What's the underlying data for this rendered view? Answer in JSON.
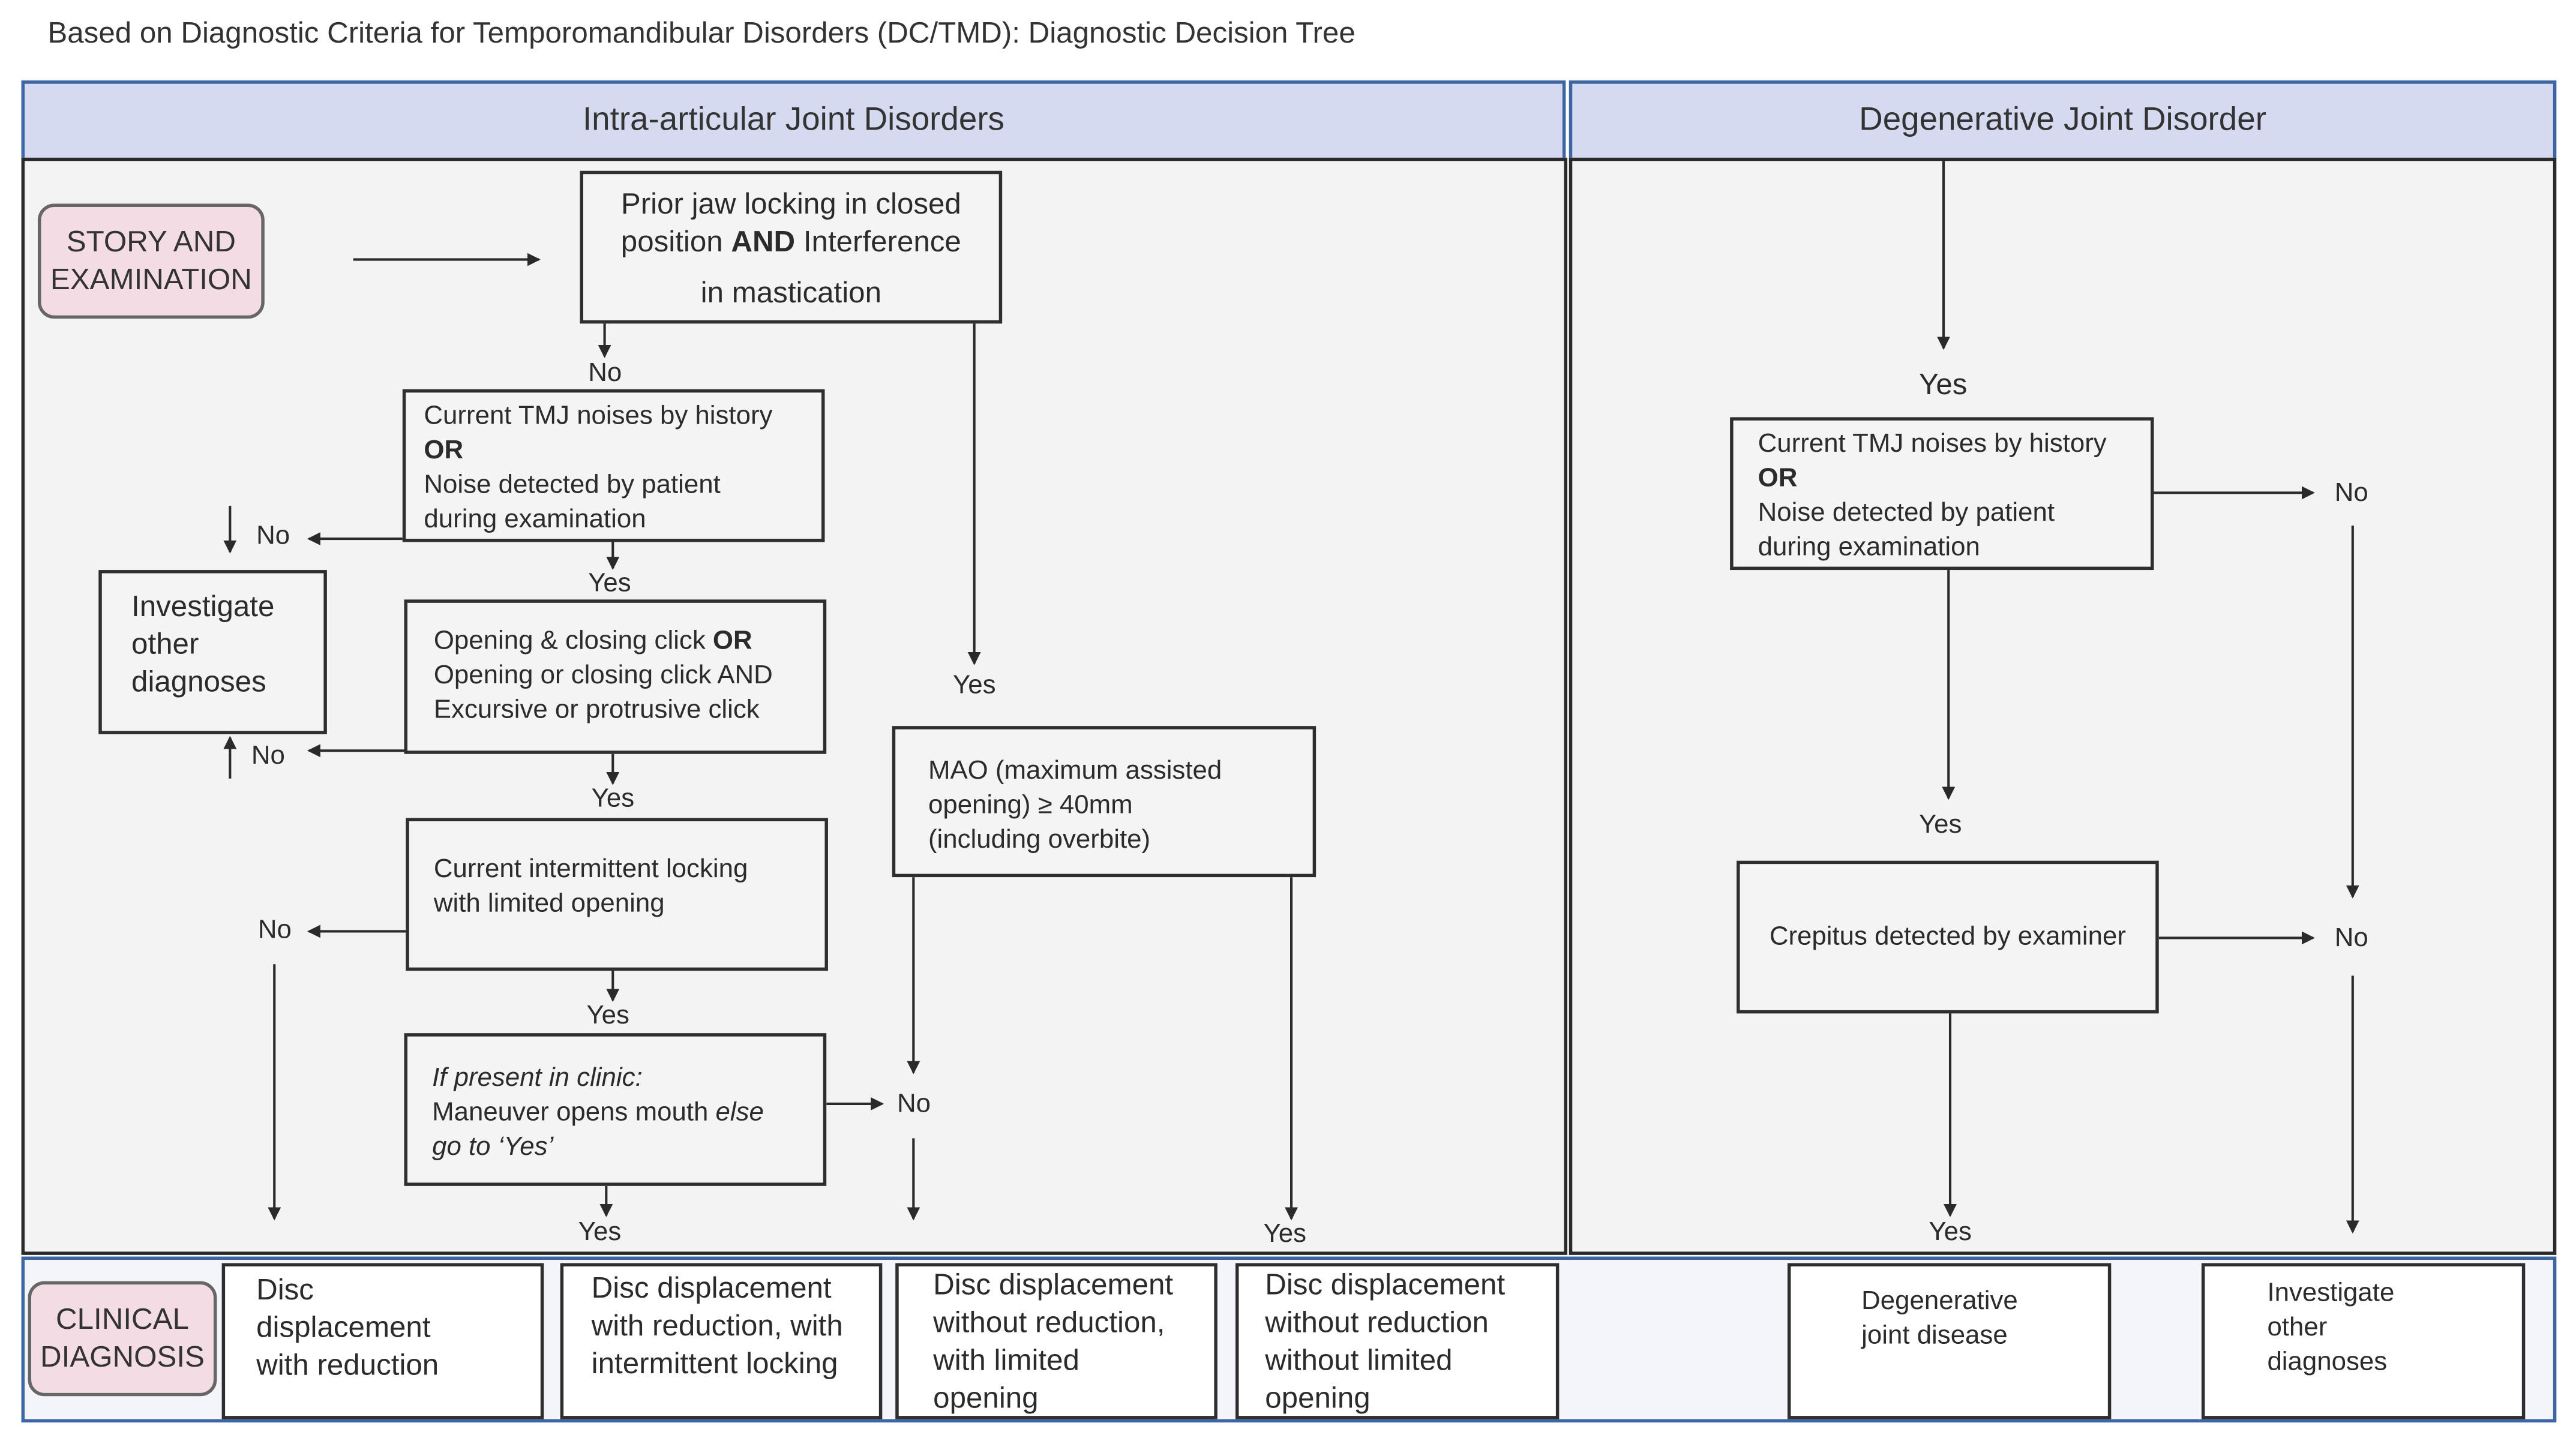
{
  "title": "Based on Diagnostic Criteria for Temporomandibular Disorders (DC/TMD): Diagnostic Decision Tree",
  "headers": {
    "intra": "Intra-articular Joint Disorders",
    "degenerative": "Degenerative Joint Disorder"
  },
  "side_labels": {
    "story": [
      "STORY AND",
      "EXAMINATION"
    ],
    "clinical": [
      "CLINICAL",
      "DIAGNOSIS"
    ]
  },
  "nodes": {
    "prior_locking": {
      "line1": "Prior jaw locking in closed",
      "line2a": "position ",
      "line2b": "AND",
      "line2c": " Interference",
      "line3": "in mastication"
    },
    "tmj_noises_left": {
      "line1": "Current TMJ noises by history",
      "line2": "OR",
      "line3": "Noise detected by patient",
      "line4": "during examination"
    },
    "click": {
      "line1a": "Opening & closing click ",
      "line1b": "OR",
      "line2": "Opening or closing click AND",
      "line3": "Excursive or protrusive click"
    },
    "intermittent": {
      "line1": "Current intermittent locking",
      "line2": "with limited opening"
    },
    "maneuver": {
      "line1": "If present in clinic:",
      "line2a": "Maneuver opens mouth ",
      "line2b": "else",
      "line3": "go to ‘Yes’"
    },
    "mao": {
      "line1": "MAO (maximum assisted",
      "line2": "opening)  ≥ 40mm",
      "line3": "(including overbite)"
    },
    "investigate_left": {
      "line1": "Investigate",
      "line2": "other",
      "line3": "diagnoses"
    },
    "tmj_noises_right": {
      "line1": "Current TMJ noises by history",
      "line2": "OR",
      "line3": "Noise detected by patient",
      "line4": "during examination"
    },
    "crepitus": {
      "line1": "Crepitus detected by examiner"
    }
  },
  "edge_labels": {
    "no_1": "No",
    "no_2": "No",
    "no_3": "No",
    "no_4": "No",
    "no_5": "No",
    "no_6": "No",
    "no_7": "No",
    "yes_1": "Yes",
    "yes_2": "Yes",
    "yes_3": "Yes",
    "yes_4": "Yes",
    "yes_5": "Yes",
    "yes_6": "Yes",
    "yes_7": "Yes",
    "yes_8": "Yes",
    "yes_9": "Yes"
  },
  "diagnoses": {
    "d1": [
      "Disc",
      "displacement",
      "with reduction"
    ],
    "d2": [
      "Disc displacement",
      "with reduction, with",
      "intermittent locking"
    ],
    "d3": [
      "Disc displacement",
      "without reduction,",
      "with limited",
      "opening"
    ],
    "d4": [
      "Disc displacement",
      "without reduction",
      "without limited",
      "opening"
    ],
    "d5": [
      "Degenerative",
      "joint disease"
    ],
    "d6": [
      "Investigate",
      "other",
      "diagnoses"
    ]
  },
  "colors": {
    "header_fill": "#d6daf0",
    "header_border": "#3d64a3",
    "side_label_fill": "#f3dce3",
    "panel_fill": "#f3f3f3",
    "line": "#2a2a2a"
  }
}
